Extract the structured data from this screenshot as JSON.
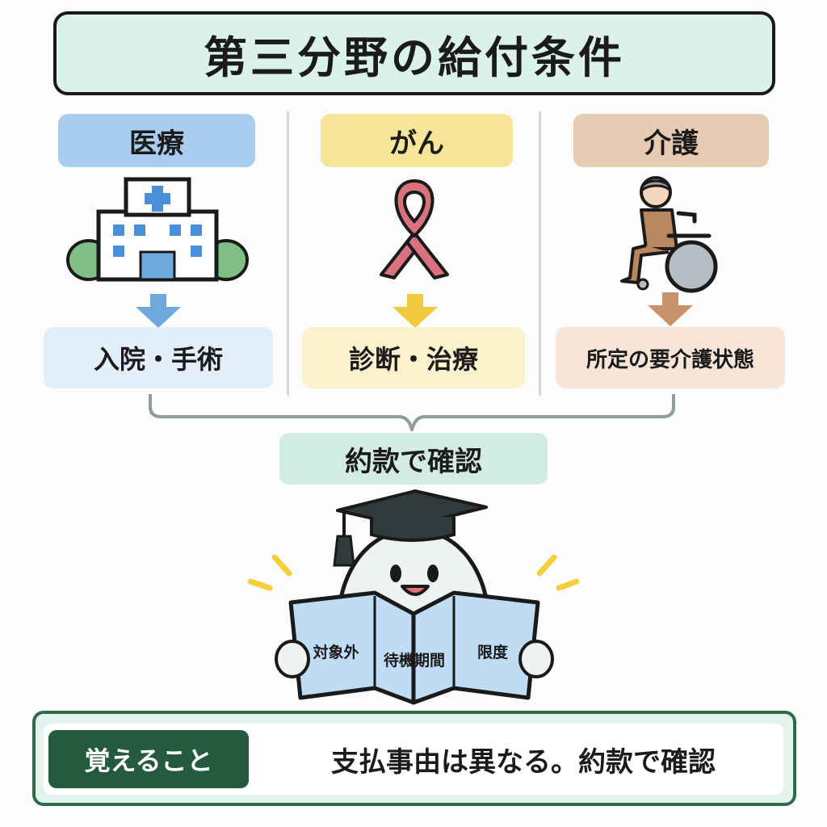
{
  "title": "第三分野の給付条件",
  "categories": [
    {
      "label": "医療",
      "icon": "hospital-icon",
      "result": "入院・手術",
      "label_bg": "#a9cdee",
      "result_bg": "#e2eefa",
      "arrow_color": "#6fa8dc"
    },
    {
      "label": "がん",
      "icon": "cancer-ribbon-icon",
      "result": "診断・治療",
      "label_bg": "#f7e59a",
      "result_bg": "#fbf1cd",
      "arrow_color": "#f0c93c"
    },
    {
      "label": "介護",
      "icon": "wheelchair-icon",
      "result": "所定の要介護状態",
      "label_bg": "#e7cbb3",
      "result_bg": "#f7e6d8",
      "arrow_color": "#c8936b"
    }
  ],
  "confirm_label": "約款で確認",
  "book_sections": [
    "対象外",
    "待機期間",
    "限度"
  ],
  "memo": {
    "badge": "覚えること",
    "text": "支払事由は異なる。約款で確認"
  }
}
